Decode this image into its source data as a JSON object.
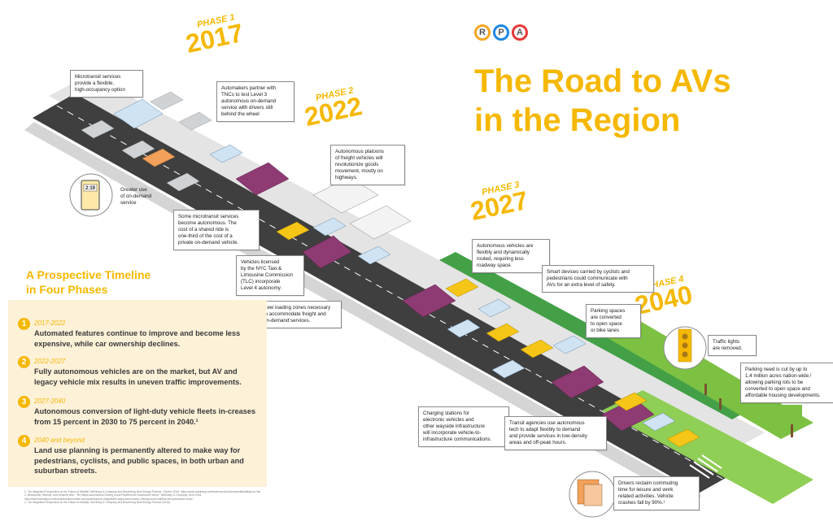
{
  "logo": {
    "letters": [
      "R",
      "P",
      "A"
    ],
    "ring_colors": [
      "#f5a623",
      "#1e88e5",
      "#e53935"
    ]
  },
  "title": "The Road to AVs\nin the Region",
  "phases_badges": [
    {
      "label": "PHASE 1",
      "year": "2017"
    },
    {
      "label": "PHASE 2",
      "year": "2022"
    },
    {
      "label": "PHASE 3",
      "year": "2027"
    },
    {
      "label": "PHASE 4",
      "year": "2040"
    }
  ],
  "callouts": {
    "microtransit": "Microtransit services\nprovide a flexible,\nhigh-occupancy option",
    "automakers": "Automakers partner with\nTNCs to test Level 3\nautonomous on-demand\nservice with drivers still\nbehind the wheel",
    "on_demand": "Greater use\nof on-demand\nservice",
    "platoons": "Autonomous platoons\nof freight vehicles will\nrevolutionize goods\nmovement, mostly on\nhighways.",
    "microtransit_auto": "Some microtransit services\nbecome autonomous. The\ncost of a shared ride is\none-third of the cost of a\nprivate on-demand vehicle.",
    "licensed": "Vehicles licensed\nby the NYC Taxi &\nLimousine Commission\n(TLC) incorporate\nLevel 4 autonomy.",
    "loading_zones": "New loading zones necessary\nto accommodate freight and\non-demand services.",
    "routed": "Autonomous vehicles are\nflexibly and dynamically\nrouted, requiring less\nroadway space.",
    "smart_devices": "Smart devices carried by cyclists and\npedestrians could communicate with\nAVs for an extra level of safety.",
    "parking_spaces": "Parking spaces\nare converted\nto open space\nor bike lanes",
    "traffic_lights": "Traffic lights\nare removed.",
    "parking_need": "Parking need is cut by up to\n1.4 million acres nation-wide,¹\nallowing parking lots to be\nconverted to open space and\naffordable housing developments.",
    "charging": "Charging stations for\nelectronic vehicles and\nother wayside infrastructure\nwill incorporate vehicle-to-\ninfrastructure communications.",
    "transit_agencies": "Transit agencies use autonomous\ntech to adapt flexibly to demand\nand provide services in low-density\nareas and off-peak hours.",
    "drivers_reclaim": "Drivers reclaim commuting\ntime for leisure and work\nrelated activities. Vehicle\ncrashes fall by 90%.¹"
  },
  "phone_time": "2:19",
  "timeline": {
    "heading": "A Prospective Timeline\nin Four Phases",
    "items": [
      {
        "num": "1",
        "years": "2017-2022",
        "desc": "Automated features continue to improve and become less expensive, while car ownership declines."
      },
      {
        "num": "2",
        "years": "2022-2027",
        "desc": "Fully autonomous vehicles are on the market, but AV and legacy vehicle mix results in uneven traffic improvements."
      },
      {
        "num": "3",
        "years": "2027-2040",
        "desc": "Autonomous conversion of light-duty vehicle fleets in-creases from 15 percent in 2030 to 75 percent in 2040.¹"
      },
      {
        "num": "4",
        "years": "2040 and beyond",
        "desc": "Land use planning is permanently altered to make way for pedestrians, cyclists, and public spaces, in both urban and suburban streets."
      }
    ],
    "footnotes": [
      "1.  \"An Integrated Perspective on the Future of Mobility\" McKinsey & Company and Bloomberg New Energy Finance, October 2016. https://www.mckinsey.com/business-functions/sustainability/our-insights/an-integrated-perspective-on-the-future-of-mobility",
      "2.  Bertoncello, Michele, and Dominik Wee. \"Ten Ways Autonomous Driving Could Redefine the Automotive World.\" McKinsey & Company, June 2015.",
      "    http://www.mckinsey.com/industries/automotive-and-assembly/our-insights/ten-ways-autonomous-driving-could-redefine-the-automotive-world",
      "3.  \"An Integrated Perspective on the Future of Mobility\" McKinsey & Company and Bloomberg New Energy Finance (2016)."
    ]
  },
  "colors": {
    "accent": "#f5b800",
    "road": "#3d3d3d",
    "sidewalk": "#e3e3e3",
    "bike_lane": "#43a047",
    "grass": "#7cc142",
    "bus": "#8e3a73",
    "taxi": "#f5c518",
    "av_car": "#cfe3f3",
    "legacy_car": "#cfd2d5",
    "timeline_bg": "#fdf1d8"
  }
}
